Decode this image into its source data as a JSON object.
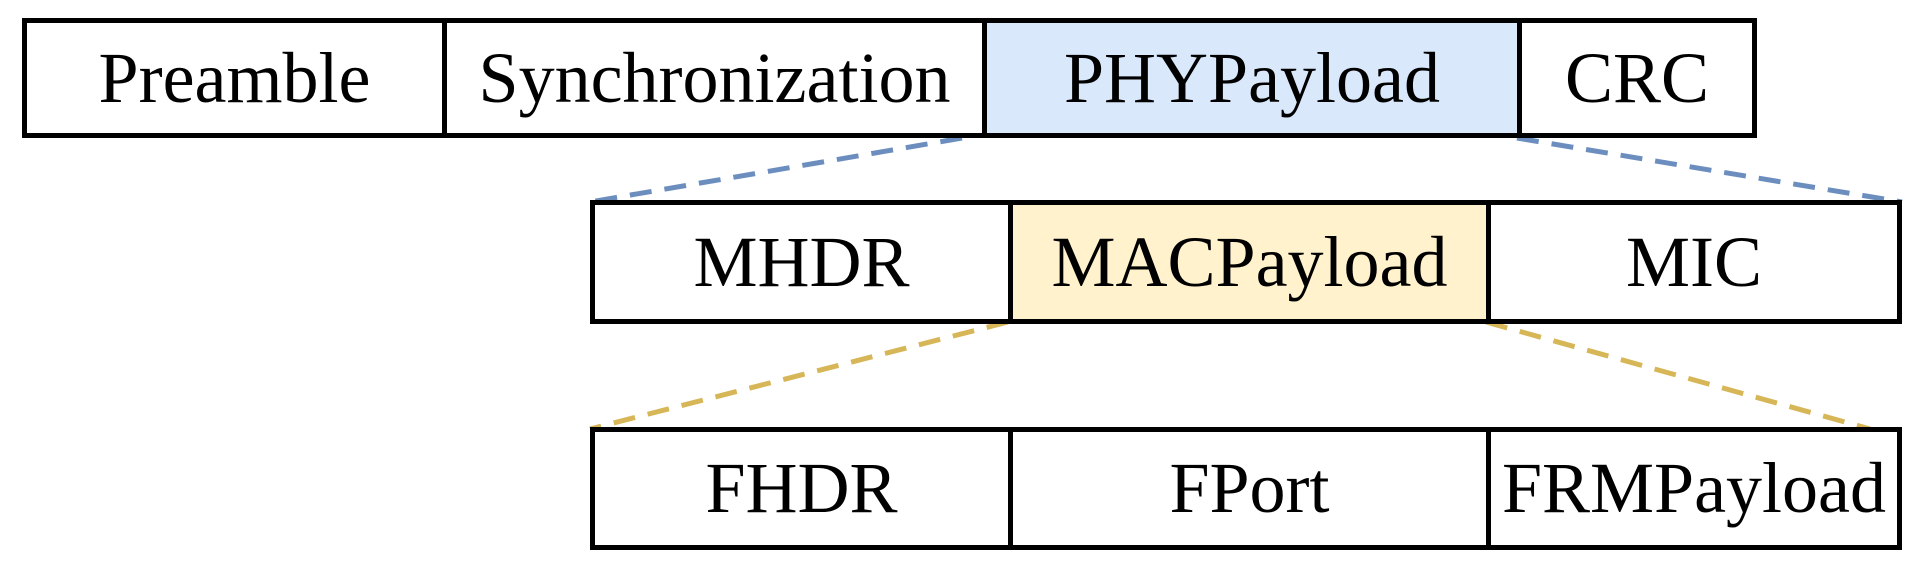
{
  "frame": {
    "fields": [
      "Preamble",
      "Synchronization",
      "PHYPayload",
      "CRC"
    ]
  },
  "phy_payload": {
    "fields": [
      "MHDR",
      "MACPayload",
      "MIC"
    ]
  },
  "mac_payload": {
    "fields": [
      "FHDR",
      "FPort",
      "FRMPayload"
    ]
  },
  "colors": {
    "phy_highlight": "#dae8fc",
    "phy_connector": "#6c8ebf",
    "mac_highlight": "#fff2cc",
    "mac_connector": "#d6b656",
    "border": "#000000"
  }
}
